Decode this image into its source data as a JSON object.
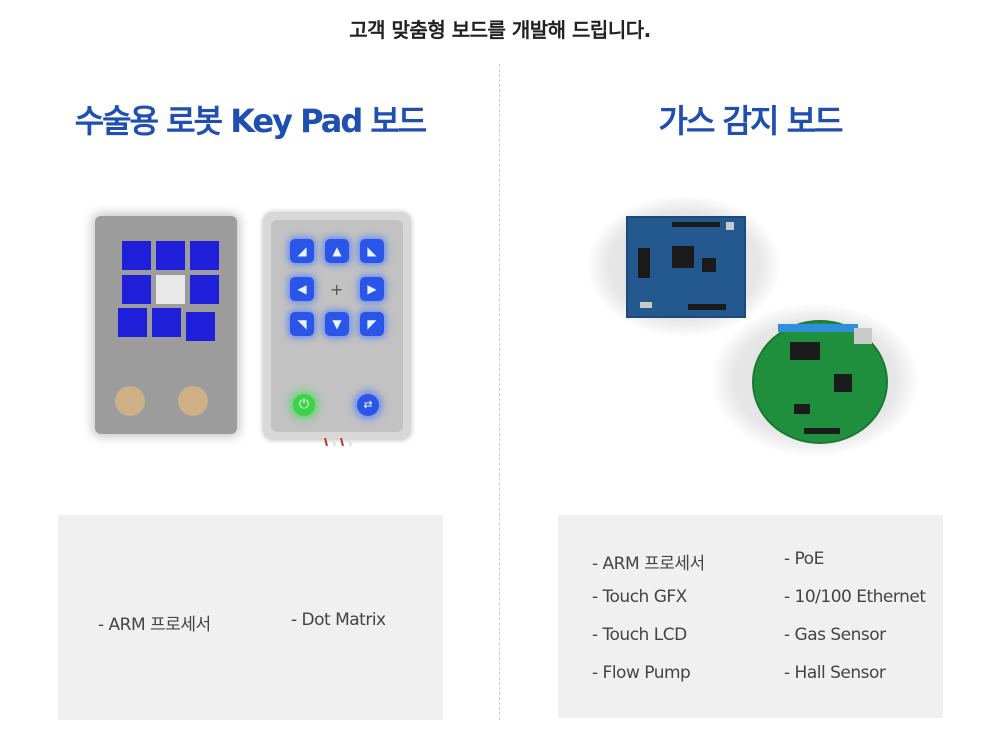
{
  "headline": "고객 맞춤형 보드를 개발해 드립니다.",
  "left_product": {
    "title": "수술용 로봇 Key Pad 보드",
    "specs": [
      "- ARM 프로세서",
      "- Dot Matrix"
    ]
  },
  "right_product": {
    "title": "가스 감지 보드",
    "specs_col1": [
      "- ARM 프로세서",
      "- Touch GFX",
      "- Touch LCD",
      "- Flow Pump"
    ],
    "specs_col2": [
      "- PoE",
      "- 10/100 Ethernet",
      "- Gas Sensor",
      "- Hall Sensor"
    ]
  },
  "keypad_glyphs": {
    "arrow_down_right": "◢",
    "arrow_up": "▲",
    "arrow_down_left": "◣",
    "arrow_left": "◀",
    "arrow_right": "▶",
    "arrow_up_right": "◥",
    "arrow_down": "▼",
    "arrow_up_left": "◤",
    "center_mark": "+",
    "power_symbol": "⏻",
    "swap_symbol": "⇄"
  },
  "colors": {
    "title_blue": "#1f4fb0",
    "key_blue": "#1f1fd9",
    "glow_blue": "#2a55e8",
    "power_green": "#3bd449",
    "box_bg": "#f0f0f0"
  }
}
